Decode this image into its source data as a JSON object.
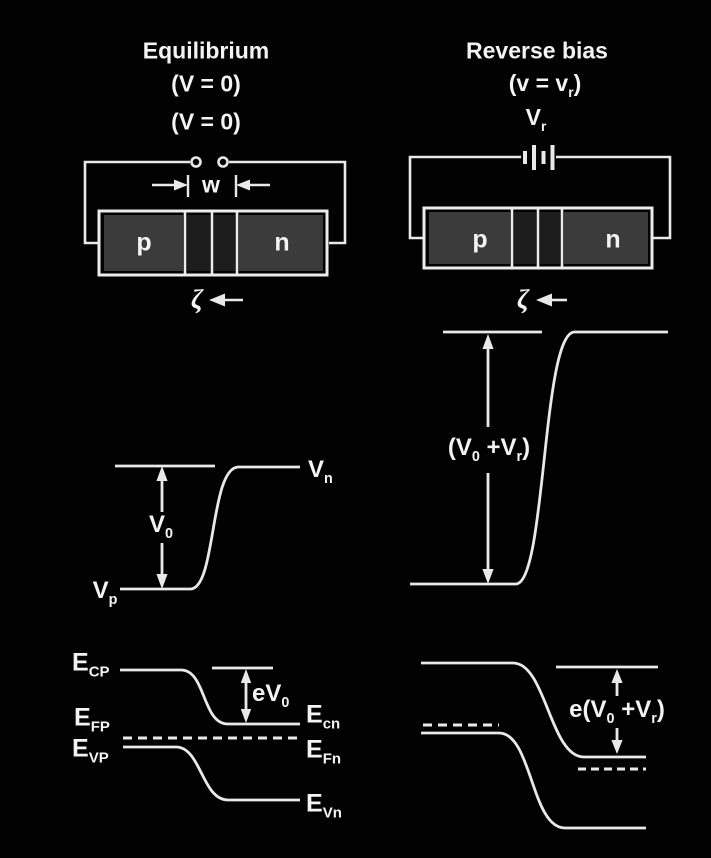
{
  "left": {
    "title": "Equilibrium",
    "condition1": "(V = 0)",
    "condition2": "(V = 0)",
    "width_label": "w",
    "p_label": "p",
    "n_label": "n",
    "field_symbol": "ζ",
    "potential": {
      "vn": {
        "base": "V",
        "sub": "n"
      },
      "v0": {
        "base": "V",
        "sub": "0"
      },
      "vp": {
        "base": "V",
        "sub": "p"
      }
    },
    "bands": {
      "ecp": {
        "base": "E",
        "sub": "CP"
      },
      "efp": {
        "base": "E",
        "sub": "FP"
      },
      "evp": {
        "base": "E",
        "sub": "VP"
      },
      "ev0": {
        "base": "eV",
        "sub": "0"
      },
      "ecn": {
        "base": "E",
        "sub": "cn"
      },
      "efn": {
        "base": "E",
        "sub": "Fn"
      },
      "evn": {
        "base": "E",
        "sub": "Vn"
      }
    }
  },
  "right": {
    "title": "Reverse bias",
    "condition": {
      "pre": "(v = v",
      "sub": "r",
      "post": ")"
    },
    "vr": {
      "base": "V",
      "sub": "r"
    },
    "p_label": "p",
    "n_label": "n",
    "field_symbol": "ζ",
    "potential_drop": {
      "pre": "(V",
      "sub1": "0",
      "mid": " +V",
      "sub2": "r",
      "post": ")"
    },
    "band_drop": {
      "pre": "e(V",
      "sub1": "0",
      "mid": " +V",
      "sub2": "r",
      "post": ")"
    }
  },
  "colors": {
    "background": "#020202",
    "line": "#e9e9e9",
    "region_fill": "#3b3b3b",
    "depletion_fill": "#1d1d1d"
  }
}
